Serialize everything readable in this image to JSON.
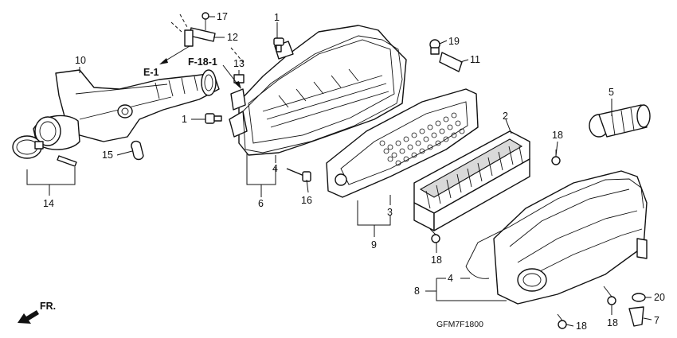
{
  "callouts": [
    "1",
    "1",
    "2",
    "3",
    "4",
    "4",
    "5",
    "6",
    "7",
    "8",
    "9",
    "10",
    "11",
    "12",
    "13",
    "14",
    "15",
    "16",
    "17",
    "18",
    "18",
    "18",
    "18",
    "19",
    "20"
  ],
  "refs": {
    "e1": "E-1",
    "f181": "F-18-1"
  },
  "front_label": "FR.",
  "diagram_code": "GFM7F1800"
}
